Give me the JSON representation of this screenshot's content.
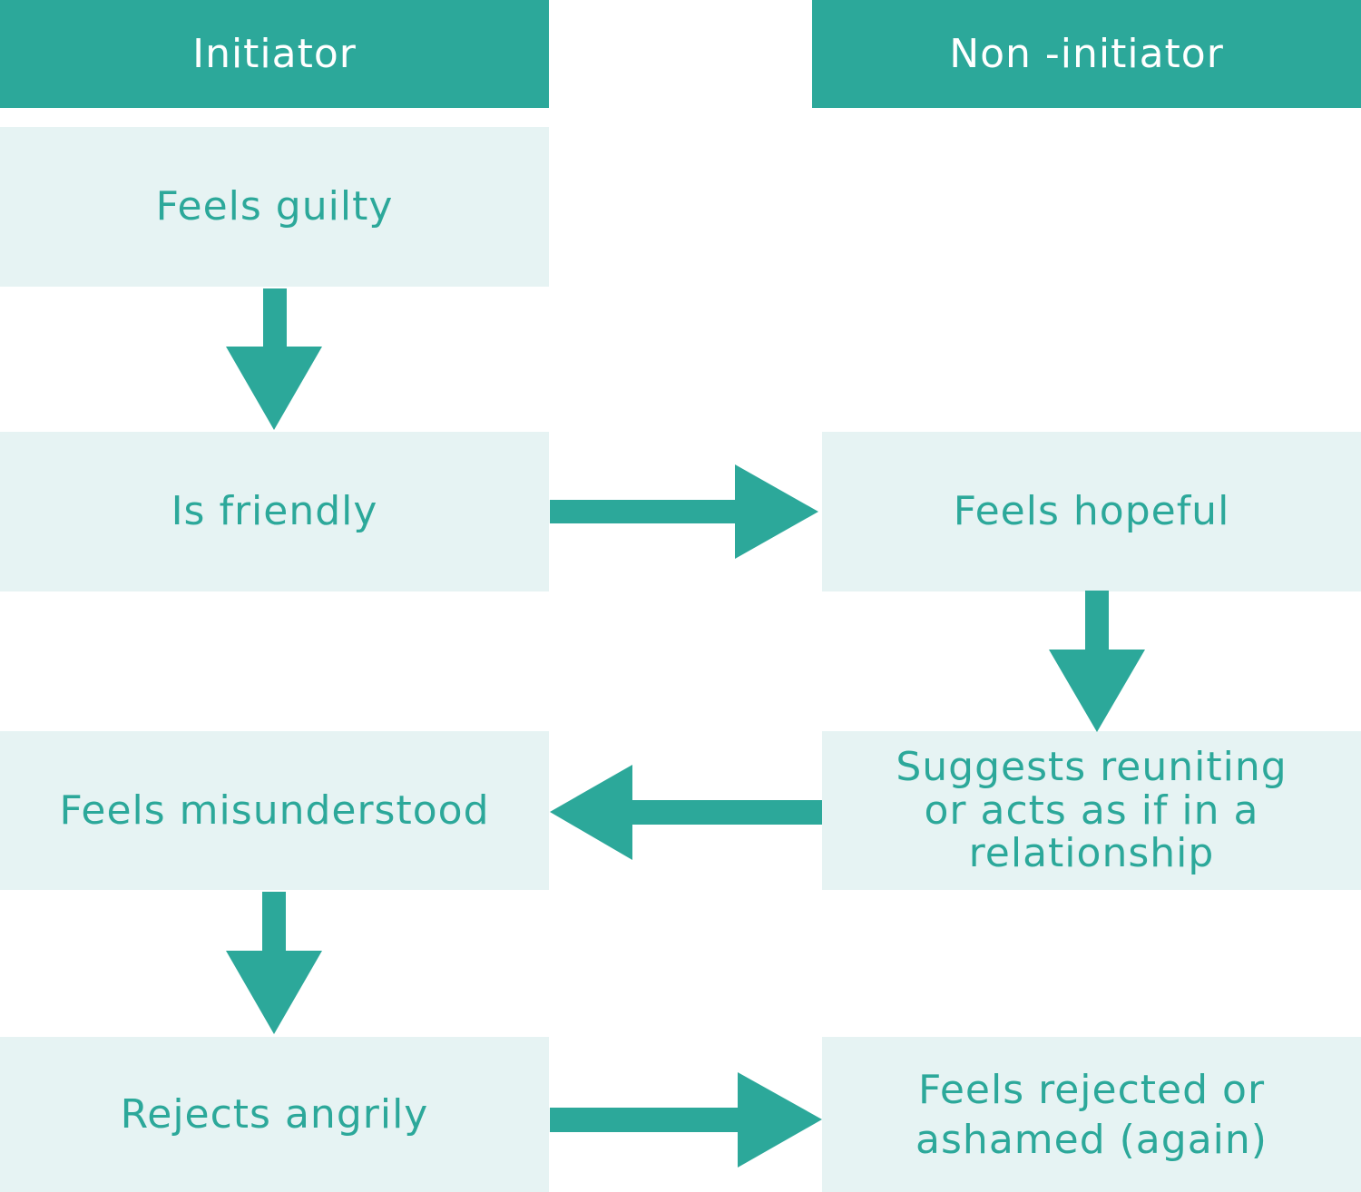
{
  "colors": {
    "header_bg": "#2ca89a",
    "box_bg": "#e6f3f3",
    "box_text": "#2ca89a",
    "header_text": "#ffffff",
    "arrow": "#2ca89a"
  },
  "columns": {
    "initiator": {
      "label": "Initiator"
    },
    "non_initiator": {
      "label": "Non -initiator"
    }
  },
  "nodes": {
    "feels_guilty": {
      "text": "Feels guilty"
    },
    "is_friendly": {
      "text": "Is friendly"
    },
    "feels_hopeful": {
      "text": "Feels hopeful"
    },
    "suggests_reuniting": {
      "lines": [
        "Suggests reuniting",
        "or acts as if in a",
        "relationship"
      ]
    },
    "feels_misunderstood": {
      "text": "Feels misunderstood"
    },
    "rejects_angrily": {
      "text": "Rejects angrily"
    },
    "feels_rejected": {
      "lines": [
        "Feels rejected or",
        "ashamed (again)"
      ]
    }
  },
  "edges": [
    {
      "from": "feels_guilty",
      "to": "is_friendly",
      "direction": "down"
    },
    {
      "from": "is_friendly",
      "to": "feels_hopeful",
      "direction": "right"
    },
    {
      "from": "feels_hopeful",
      "to": "suggests_reuniting",
      "direction": "down"
    },
    {
      "from": "suggests_reuniting",
      "to": "feels_misunderstood",
      "direction": "left"
    },
    {
      "from": "feels_misunderstood",
      "to": "rejects_angrily",
      "direction": "down"
    },
    {
      "from": "rejects_angrily",
      "to": "feels_rejected",
      "direction": "right"
    }
  ]
}
